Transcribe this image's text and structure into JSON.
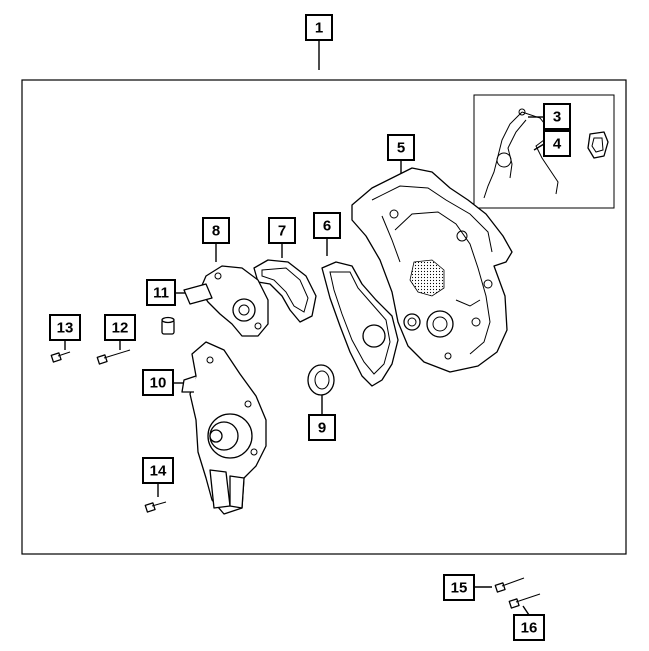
{
  "callouts": [
    {
      "id": "1",
      "label": "1"
    },
    {
      "id": "3",
      "label": "3"
    },
    {
      "id": "4",
      "label": "4"
    },
    {
      "id": "5",
      "label": "5"
    },
    {
      "id": "6",
      "label": "6"
    },
    {
      "id": "7",
      "label": "7"
    },
    {
      "id": "8",
      "label": "8"
    },
    {
      "id": "9",
      "label": "9"
    },
    {
      "id": "10",
      "label": "10"
    },
    {
      "id": "11",
      "label": "11"
    },
    {
      "id": "12",
      "label": "12"
    },
    {
      "id": "13",
      "label": "13"
    },
    {
      "id": "14",
      "label": "14"
    },
    {
      "id": "15",
      "label": "15"
    },
    {
      "id": "16",
      "label": "16"
    }
  ],
  "colors": {
    "line": "#000000",
    "background": "#ffffff"
  }
}
